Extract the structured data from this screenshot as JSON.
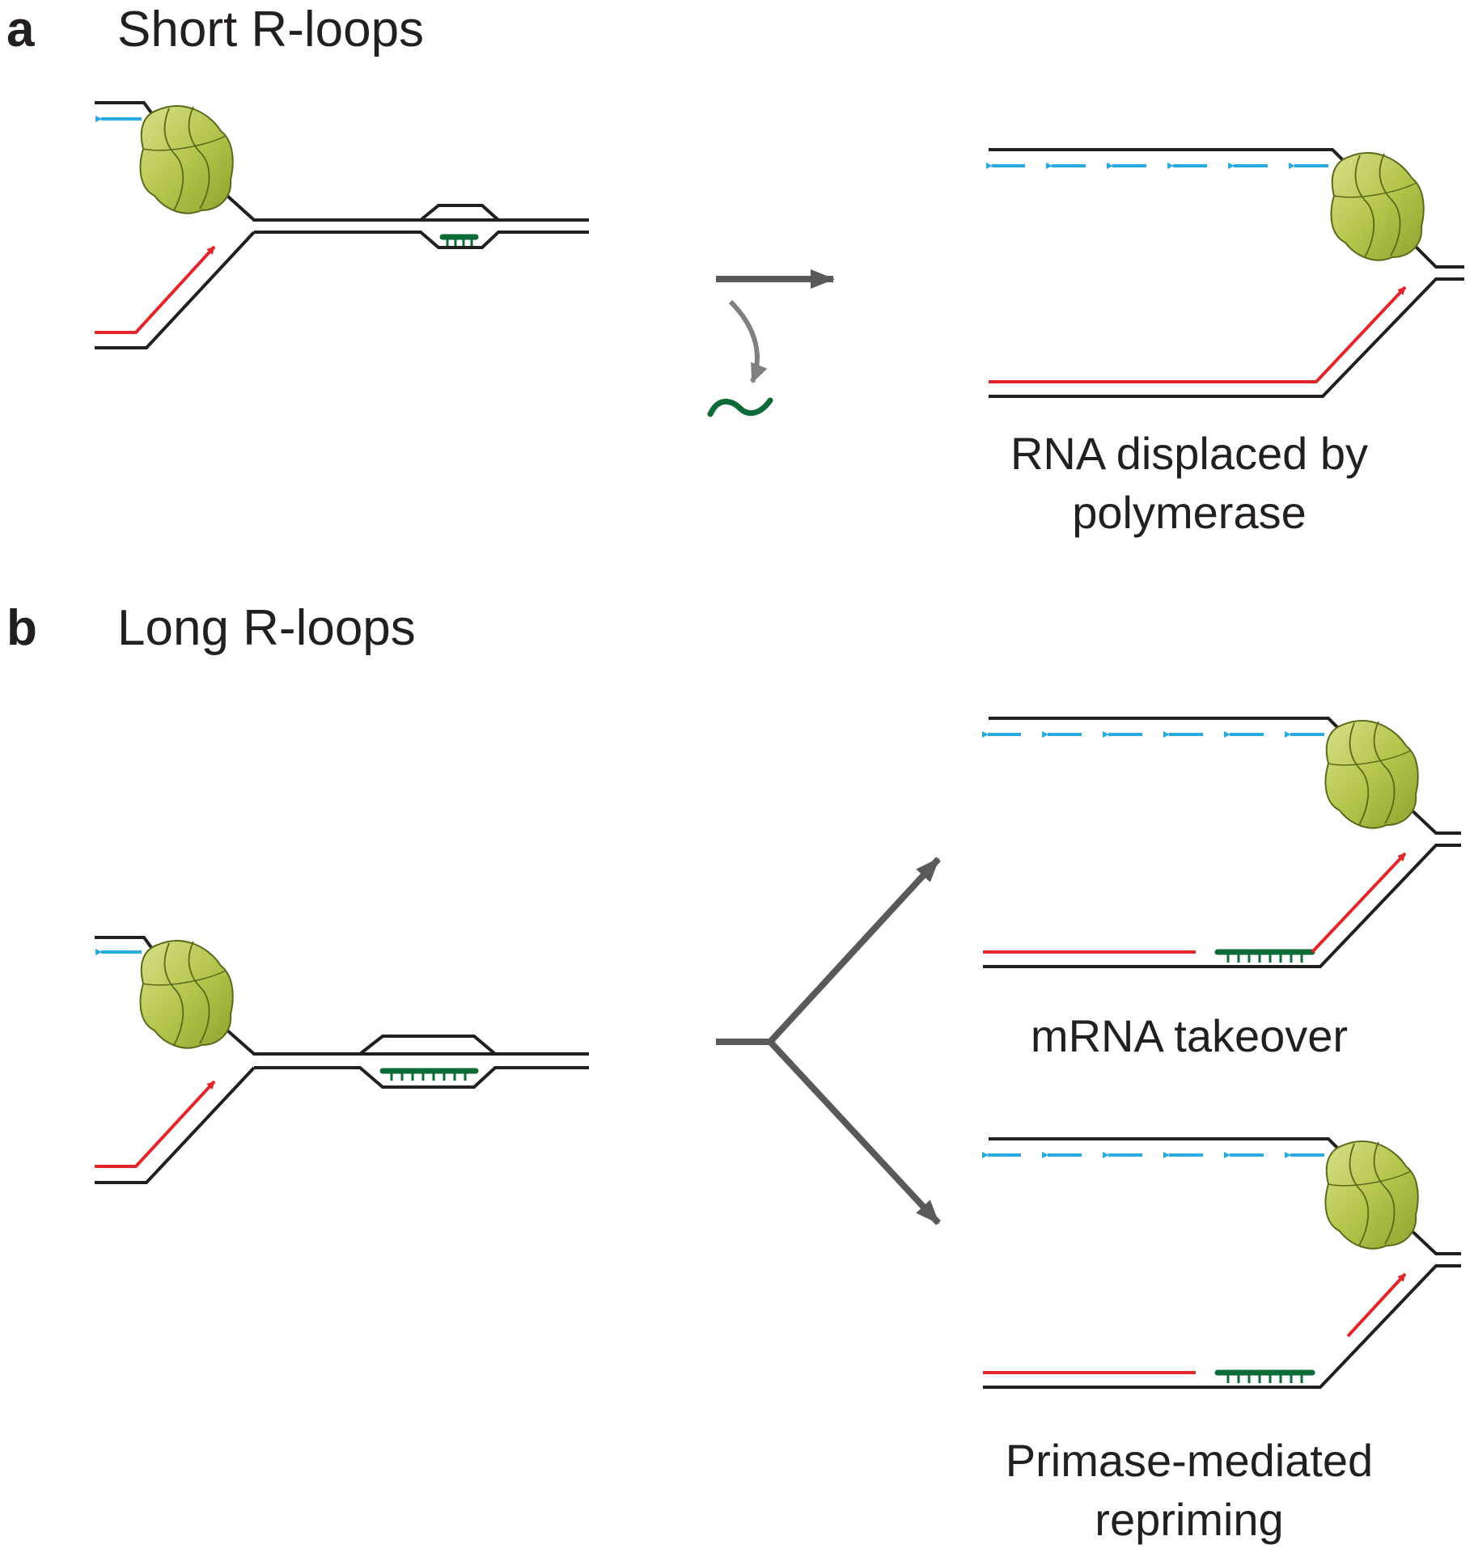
{
  "panel_a": {
    "letter": "a",
    "title": "Short R-loops",
    "caption_line1": "RNA displaced by",
    "caption_line2": "polymerase"
  },
  "panel_b": {
    "letter": "b",
    "title": "Long R-loops",
    "outcome1": "mRNA takeover",
    "outcome2_line1": "Primase-mediated",
    "outcome2_line2": "repriming"
  },
  "colors": {
    "dna": "#231f20",
    "leading_strand": "#e2272b",
    "lagging_strand": "#29abe2",
    "rna": "#0d6b38",
    "replisome": "#a4b93c",
    "arrow": "#595959"
  }
}
